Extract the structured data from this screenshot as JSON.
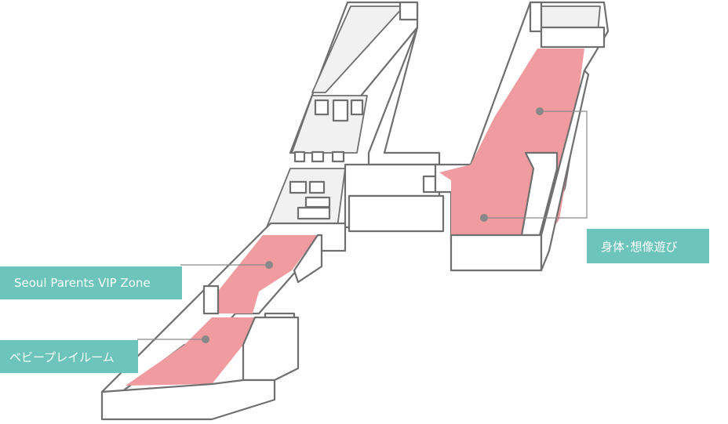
{
  "zones": [
    {
      "id": "vip",
      "label": "Seoul Parents VIP Zone"
    },
    {
      "id": "baby",
      "label": "ベビープレイルーム"
    },
    {
      "id": "body",
      "label": "身体･想像遊び"
    }
  ],
  "colors": {
    "zone_fill": "#ef9b9f",
    "label_bg": "#6cc4bb",
    "wall_stroke": "#6f6f6f",
    "floor": "#f1f1f1"
  }
}
